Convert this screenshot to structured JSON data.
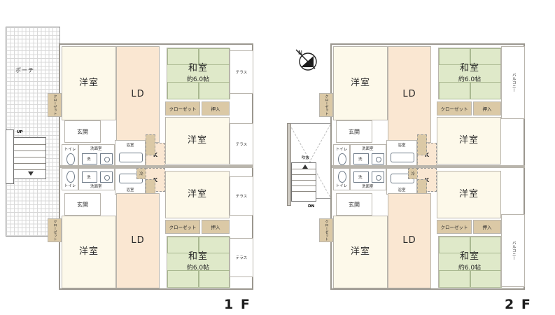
{
  "document": {
    "type": "floor-plan",
    "title": "Japanese apartment floor plan",
    "floors": [
      {
        "id": "1F",
        "caption": "1 F"
      },
      {
        "id": "2F",
        "caption": "2 F"
      }
    ]
  },
  "labels": {
    "porch": "ポーチ",
    "up": "UP",
    "dn": "DN",
    "void": "吹抜",
    "entrance": "玄関",
    "closet_vertical": "クローゼット",
    "closet": "クローゼット",
    "oshiire": "押入",
    "western_room": "洋室",
    "ld": "LD",
    "kitchen": "K",
    "fridge": "冷",
    "washitsu": "和室",
    "washitsu_size": "約6.0帖",
    "toilet": "トイレ",
    "washroom": "洗面室",
    "bath": "浴室",
    "washer": "洗",
    "terrace": "テラス",
    "balcony": "バルコニー",
    "north": "N"
  },
  "floor1": {
    "caption": "1 F",
    "porch": "ポーチ",
    "stairs_direction": "UP",
    "units": [
      {
        "id": "unit-1f-upper",
        "rooms": [
          {
            "name": "洋室",
            "type": "western"
          },
          {
            "name": "LD",
            "type": "living-dining"
          },
          {
            "name": "和室",
            "size": "約6.0帖",
            "type": "tatami"
          },
          {
            "name": "洋室",
            "type": "western"
          },
          {
            "name": "玄関",
            "type": "entrance"
          },
          {
            "name": "クローゼット",
            "type": "closet"
          },
          {
            "name": "押入",
            "type": "closet"
          },
          {
            "name": "トイレ",
            "type": "toilet"
          },
          {
            "name": "洗面室",
            "type": "washroom"
          },
          {
            "name": "浴室",
            "type": "bath"
          },
          {
            "name": "K",
            "type": "kitchen"
          },
          {
            "name": "冷",
            "type": "fridge"
          },
          {
            "name": "テラス",
            "type": "terrace"
          }
        ]
      },
      {
        "id": "unit-1f-lower",
        "rooms": [
          {
            "name": "洋室",
            "type": "western"
          },
          {
            "name": "LD",
            "type": "living-dining"
          },
          {
            "name": "和室",
            "size": "約6.0帖",
            "type": "tatami"
          },
          {
            "name": "洋室",
            "type": "western"
          },
          {
            "name": "玄関",
            "type": "entrance"
          },
          {
            "name": "クローゼット",
            "type": "closet"
          },
          {
            "name": "押入",
            "type": "closet"
          },
          {
            "name": "トイレ",
            "type": "toilet"
          },
          {
            "name": "洗面室",
            "type": "washroom"
          },
          {
            "name": "浴室",
            "type": "bath"
          },
          {
            "name": "K",
            "type": "kitchen"
          },
          {
            "name": "冷",
            "type": "fridge"
          },
          {
            "name": "テラス",
            "type": "terrace"
          }
        ]
      }
    ]
  },
  "floor2": {
    "caption": "2 F",
    "void": "吹抜",
    "stairs_direction": "DN",
    "compass": "N",
    "units": [
      {
        "id": "unit-2f-upper",
        "rooms": [
          {
            "name": "洋室",
            "type": "western"
          },
          {
            "name": "LD",
            "type": "living-dining"
          },
          {
            "name": "和室",
            "size": "約6.0帖",
            "type": "tatami"
          },
          {
            "name": "洋室",
            "type": "western"
          },
          {
            "name": "玄関",
            "type": "entrance"
          },
          {
            "name": "クローゼット",
            "type": "closet"
          },
          {
            "name": "押入",
            "type": "closet"
          },
          {
            "name": "トイレ",
            "type": "toilet"
          },
          {
            "name": "洗面室",
            "type": "washroom"
          },
          {
            "name": "浴室",
            "type": "bath"
          },
          {
            "name": "K",
            "type": "kitchen"
          },
          {
            "name": "冷",
            "type": "fridge"
          },
          {
            "name": "バルコニー",
            "type": "balcony"
          }
        ]
      },
      {
        "id": "unit-2f-lower",
        "rooms": [
          {
            "name": "洋室",
            "type": "western"
          },
          {
            "name": "LD",
            "type": "living-dining"
          },
          {
            "name": "和室",
            "size": "約6.0帖",
            "type": "tatami"
          },
          {
            "name": "洋室",
            "type": "western"
          },
          {
            "name": "玄関",
            "type": "entrance"
          },
          {
            "name": "クローゼット",
            "type": "closet"
          },
          {
            "name": "押入",
            "type": "closet"
          },
          {
            "name": "トイレ",
            "type": "toilet"
          },
          {
            "name": "洗面室",
            "type": "washroom"
          },
          {
            "name": "浴室",
            "type": "bath"
          },
          {
            "name": "K",
            "type": "kitchen"
          },
          {
            "name": "冷",
            "type": "fridge"
          },
          {
            "name": "バルコニー",
            "type": "balcony"
          }
        ]
      }
    ]
  },
  "colors": {
    "western_room": "#fdf9ea",
    "living_dining": "#fae7d2",
    "tatami": "#dfe9c9",
    "closet": "#dbc9a6",
    "wall": "#cfcbc3",
    "wall_outline": "#8e8a82",
    "background": "#ffffff",
    "text": "#2b2b2b"
  }
}
